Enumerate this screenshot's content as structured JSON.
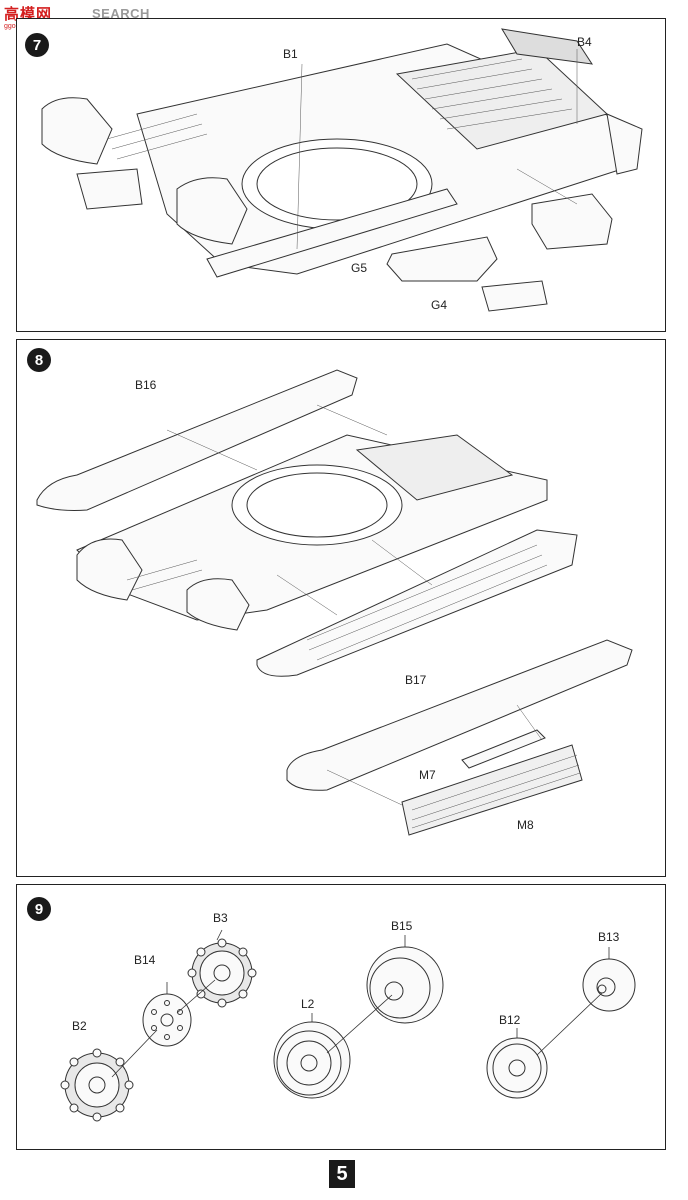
{
  "watermark": {
    "logo_text": "高模网",
    "search_text": "SEARCH",
    "url_text": "ggo-shop.com"
  },
  "steps": {
    "s7": {
      "number": "7",
      "labels": {
        "b1": "B1",
        "b4": "B4",
        "g5": "G5",
        "g4": "G4"
      }
    },
    "s8": {
      "number": "8",
      "labels": {
        "b16": "B16",
        "b17": "B17",
        "m7": "M7",
        "m8": "M8"
      }
    },
    "s9": {
      "number": "9",
      "labels": {
        "b3": "B3",
        "b14": "B14",
        "b2": "B2",
        "b15": "B15",
        "l2": "L2",
        "b13": "B13",
        "b12": "B12"
      }
    }
  },
  "page_number": "5"
}
